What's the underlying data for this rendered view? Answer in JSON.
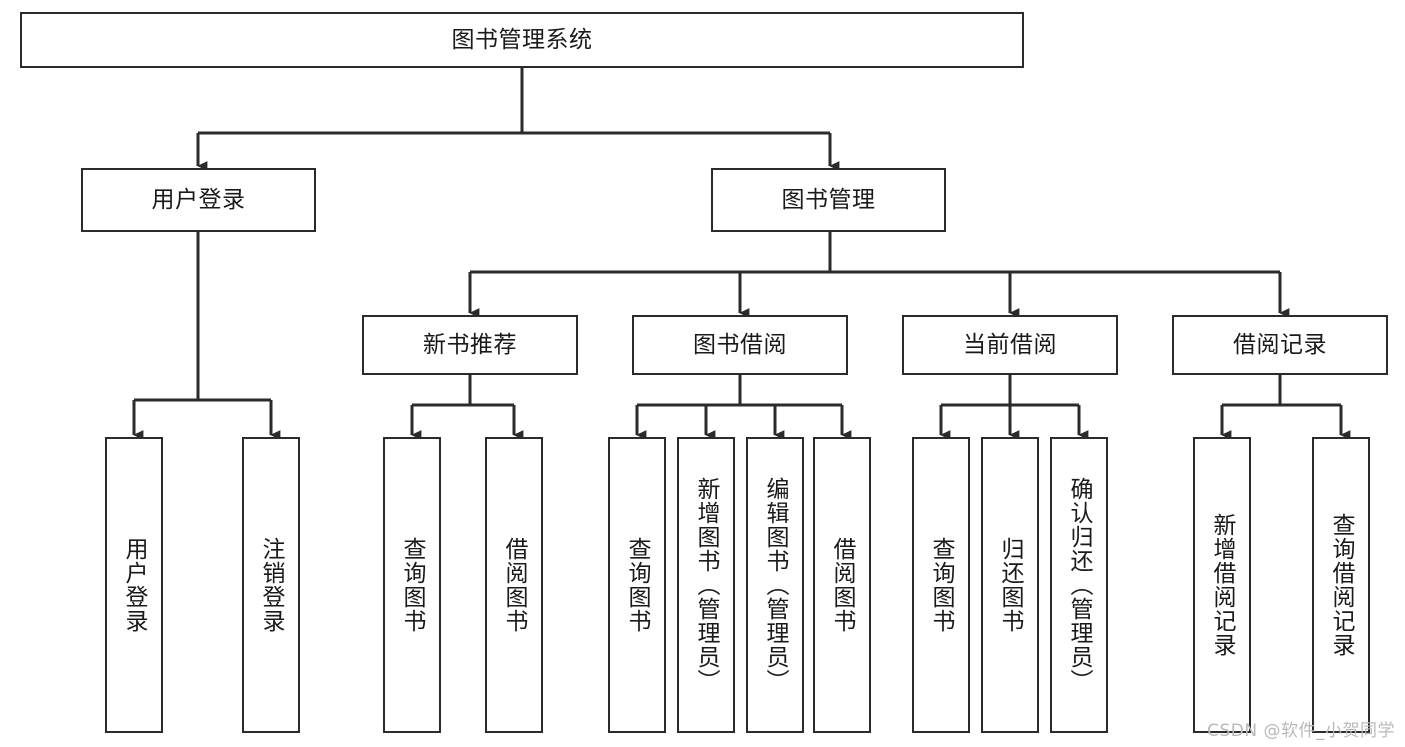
{
  "diagram": {
    "type": "tree-hierarchy-chart",
    "title": "图书管理系统",
    "watermark": "CSDN @软件_小贺同学",
    "levels": [
      {
        "level": 1,
        "nodes": [
          {
            "id": "root",
            "label": "图书管理系统"
          }
        ]
      },
      {
        "level": 2,
        "nodes": [
          {
            "id": "user-login",
            "label": "用户登录",
            "parent": "root"
          },
          {
            "id": "book-manage",
            "label": "图书管理",
            "parent": "root"
          }
        ]
      },
      {
        "level": 3,
        "nodes": [
          {
            "id": "new-book-rec",
            "label": "新书推荐",
            "parent": "book-manage"
          },
          {
            "id": "book-borrow",
            "label": "图书借阅",
            "parent": "book-manage"
          },
          {
            "id": "current-borrow",
            "label": "当前借阅",
            "parent": "book-manage"
          },
          {
            "id": "borrow-record",
            "label": "借阅记录",
            "parent": "book-manage"
          }
        ]
      },
      {
        "level": 4,
        "nodes": [
          {
            "id": "leaf-user-login",
            "label": "用户登录",
            "parent": "user-login"
          },
          {
            "id": "leaf-logout",
            "label": "注销登录",
            "parent": "user-login"
          },
          {
            "id": "leaf-query-book-1",
            "label": "查询图书",
            "parent": "new-book-rec"
          },
          {
            "id": "leaf-borrow-book-1",
            "label": "借阅图书",
            "parent": "new-book-rec"
          },
          {
            "id": "leaf-query-book-2",
            "label": "查询图书",
            "parent": "book-borrow"
          },
          {
            "id": "leaf-add-book",
            "label": "新增图书（管理员）",
            "parent": "book-borrow"
          },
          {
            "id": "leaf-edit-book",
            "label": "编辑图书（管理员）",
            "parent": "book-borrow"
          },
          {
            "id": "leaf-borrow-book-2",
            "label": "借阅图书",
            "parent": "book-borrow"
          },
          {
            "id": "leaf-query-book-3",
            "label": "查询图书",
            "parent": "current-borrow"
          },
          {
            "id": "leaf-return-book",
            "label": "归还图书",
            "parent": "current-borrow"
          },
          {
            "id": "leaf-confirm-return",
            "label": "确认归还（管理员）",
            "parent": "current-borrow"
          },
          {
            "id": "leaf-add-record",
            "label": "新增借阅记录",
            "parent": "borrow-record"
          },
          {
            "id": "leaf-query-record",
            "label": "查询借阅记录",
            "parent": "borrow-record"
          }
        ]
      }
    ],
    "colors": {
      "box_border": "#2b2b2b",
      "box_fill": "#ffffff",
      "edge": "#2b2b2b",
      "text": "#1a1a1a",
      "watermark": "#b9b9b9",
      "background": "#ffffff"
    }
  }
}
